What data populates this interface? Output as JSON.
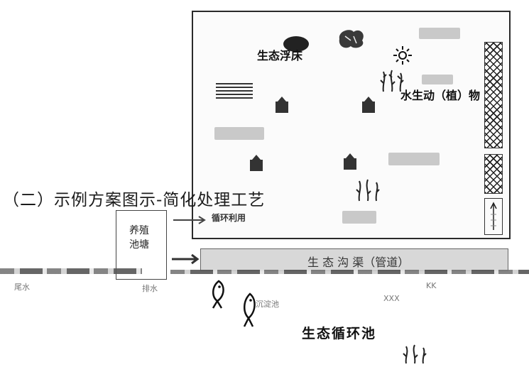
{
  "heading": "（二）示例方案图示-简化处理工艺",
  "labels": {
    "floating_bed": "生态浮床",
    "aquatic": "水生动（植）物",
    "recycle": "循环利用",
    "cycle_pool": "生态循环池",
    "aquaculture_tail": "养殖池塘",
    "bottom_flow": "生 态 沟 渠（管道）"
  },
  "faint_text": [
    "尾水",
    "排水",
    "沉淀池",
    "KK",
    "XXX"
  ],
  "colors": {
    "outline": "#2a2a2a",
    "pill": "#c9c9c9",
    "text": "#111111"
  }
}
